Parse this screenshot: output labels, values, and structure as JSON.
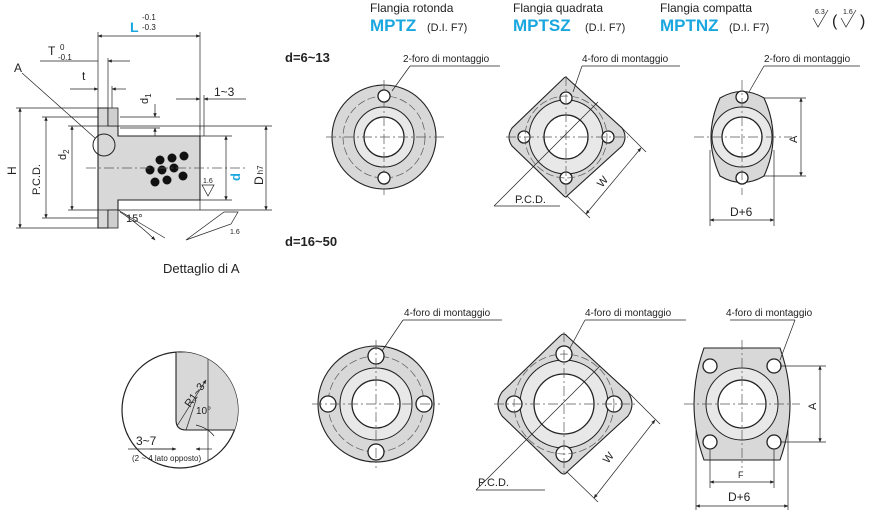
{
  "header": {
    "variants": [
      {
        "label": "Flangia rotonda",
        "code": "MPTZ",
        "tol": "(D.I. F7)"
      },
      {
        "label": "Flangia quadrata",
        "code": "MPTSZ",
        "tol": "(D.I. F7)"
      },
      {
        "label": "Flangia compatta",
        "code": "MPTNZ",
        "tol": "(D.I. F7)"
      }
    ],
    "roughness_a": "6.3",
    "roughness_b": "1.6",
    "accent_color": "#1aa7e0"
  },
  "section": {
    "small": "d=6~13",
    "large": "d=16~50"
  },
  "side_view": {
    "L": "L",
    "L_tol_top": "-0.1",
    "L_tol_bot": "-0.3",
    "T": "T",
    "T_tol_top": "0",
    "T_tol_bot": "-0.1",
    "A": "A",
    "t": "t",
    "d1": "d",
    "d1_sub": "1",
    "range_1_3": "1~3",
    "d2": "d",
    "d2_sub": "2",
    "pcd": "P.C.D.",
    "H": "H",
    "d": "d",
    "D": "D",
    "D_sub": "h7",
    "angle": "15°",
    "rough_1": "1.6",
    "rough_2": "1.6"
  },
  "detail": {
    "caption": "Dettaglio di A",
    "radius": "R1~3",
    "angle": "10°",
    "length": "3~7",
    "note": "(2 ~ 4 lato opposto)"
  },
  "views_small": {
    "round_label": "2-foro di montaggio",
    "square_label": "4-foro di montaggio",
    "compact_label": "2-foro di montaggio",
    "pcd": "P.C.D.",
    "W": "W",
    "A": "A",
    "D6": "D+6"
  },
  "views_large": {
    "round_label": "4-foro di montaggio",
    "square_label": "4-foro di montaggio",
    "compact_label": "4-foro di montaggio",
    "pcd": "P.C.D.",
    "W": "W",
    "A": "A",
    "F": "F",
    "D6": "D+6"
  }
}
